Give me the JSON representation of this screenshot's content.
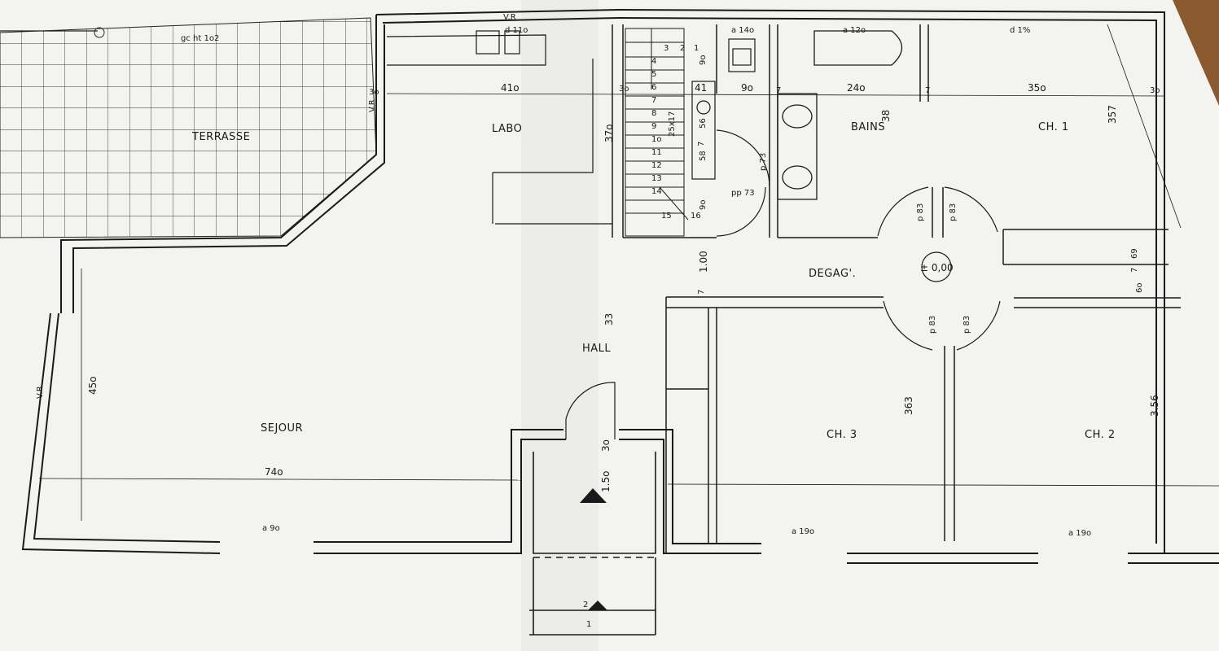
{
  "colors": {
    "paper": "#f3f3ef",
    "ink": "#1a1a1a",
    "wood": "#8a5a2e",
    "fold": "#e3e3de"
  },
  "rooms": {
    "terrasse": "TERRASSE",
    "labo": "LABO",
    "bains": "BAINS",
    "ch1": "CH. 1",
    "sejour": "SEJOUR",
    "hall": "HALL",
    "degag": "DEGAG'.",
    "ch3": "CH. 3",
    "ch2": "CH. 2"
  },
  "notes": {
    "vr_top": "V.R",
    "vr_left": "V.R",
    "vr_terrace": "V.R",
    "gc": "gc  ht 1o2",
    "level": "± 0,00",
    "section_2": "2",
    "section_1": "1"
  },
  "dimensions": {
    "labo_width": "41o",
    "labo_depth": "37o",
    "sejour_width": "74o",
    "sejour_depth": "45o",
    "hall_depth": "33",
    "hall_door": "1.5o",
    "hall_30": "3o",
    "bains_width": "24o",
    "bains_depth": "38",
    "ch1_width": "35o",
    "ch1_depth": "357",
    "wc_width": "9o",
    "wc_41": "41",
    "d_100": "1.00",
    "ch3_depth": "363",
    "ch2_depth": "3.56",
    "terrace_30": "3o",
    "right_30": "3o",
    "d_7a": "7",
    "d_7b": "7",
    "d_7c": "7",
    "d_7d": "7",
    "d_7e": "7",
    "d_69": "69",
    "d_60": "6o",
    "d_16": "16",
    "d_15": "15",
    "d_58": "58",
    "d_56": "56",
    "d_90a": "9o",
    "d_90b": "9o",
    "d_25": "25x17",
    "p73": "p 73",
    "pp73": "pp 73",
    "p83a": "p 83",
    "p83b": "p 83",
    "p83c": "p 83",
    "p83d": "p 83",
    "d_30": "3o"
  },
  "windows": {
    "w_labo": "d 11o",
    "w_wc": "a 14o",
    "w_bath": "a 12o",
    "w_ch1": "d 1%",
    "w_sejour": "a 9o",
    "w_ch3": "a 19o",
    "w_ch2": "a 19o"
  },
  "stairs": [
    "1",
    "2",
    "3",
    "4",
    "5",
    "6",
    "7",
    "8",
    "9",
    "1o",
    "11",
    "12",
    "13",
    "14"
  ]
}
